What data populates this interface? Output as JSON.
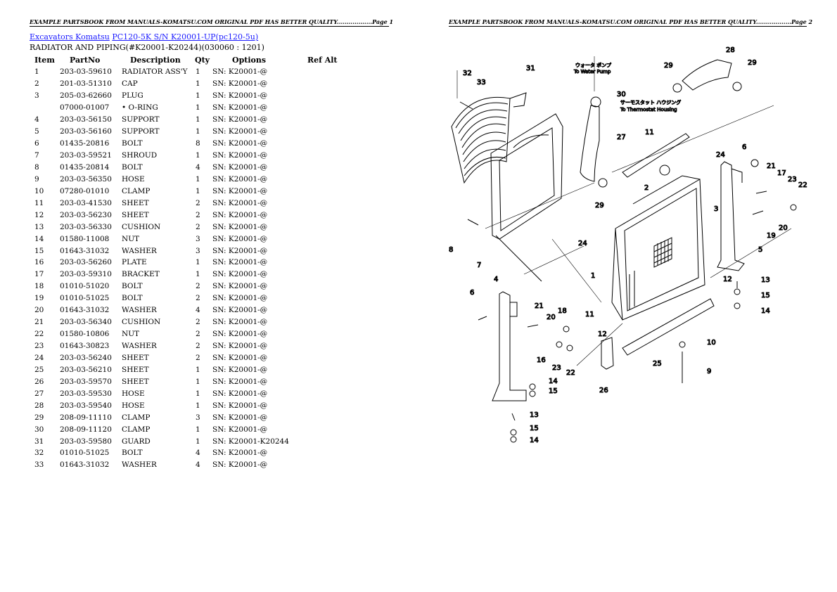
{
  "headers": {
    "page1": "EXAMPLE PARTSBOOK FROM MANUALS-KOMATSU.COM ORIGINAL PDF HAS BETTER QUALITY..................Page 1",
    "page2": "EXAMPLE PARTSBOOK FROM MANUALS-KOMATSU.COM ORIGINAL PDF HAS BETTER QUALITY..................Page 2"
  },
  "breadcrumb": {
    "link1": "Excavators Komatsu",
    "link2": "PC120-5K S/N K20001-UP(pc120-5u)"
  },
  "subtitle": "RADIATOR AND PIPING(#K20001-K20244)(030060 : 1201)",
  "table": {
    "headers": [
      "Item",
      "PartNo",
      "Description",
      "Qty",
      "Options",
      "Ref Alt"
    ],
    "rows": [
      [
        "1",
        "203-03-59610",
        "RADIATOR ASS'Y",
        "1",
        "SN: K20001-@"
      ],
      [
        "2",
        "201-03-51310",
        "CAP",
        "1",
        "SN: K20001-@"
      ],
      [
        "3",
        "205-03-62660",
        "PLUG",
        "1",
        "SN: K20001-@"
      ],
      [
        "",
        "07000-01007",
        "• O-RING",
        "1",
        "SN: K20001-@"
      ],
      [
        "4",
        "203-03-56150",
        "SUPPORT",
        "1",
        "SN: K20001-@"
      ],
      [
        "5",
        "203-03-56160",
        "SUPPORT",
        "1",
        "SN: K20001-@"
      ],
      [
        "6",
        "01435-20816",
        "BOLT",
        "8",
        "SN: K20001-@"
      ],
      [
        "7",
        "203-03-59521",
        "SHROUD",
        "1",
        "SN: K20001-@"
      ],
      [
        "8",
        "01435-20814",
        "BOLT",
        "4",
        "SN: K20001-@"
      ],
      [
        "9",
        "203-03-56350",
        "HOSE",
        "1",
        "SN: K20001-@"
      ],
      [
        "10",
        "07280-01010",
        "CLAMP",
        "1",
        "SN: K20001-@"
      ],
      [
        "11",
        "203-03-41530",
        "SHEET",
        "2",
        "SN: K20001-@"
      ],
      [
        "12",
        "203-03-56230",
        "SHEET",
        "2",
        "SN: K20001-@"
      ],
      [
        "13",
        "203-03-56330",
        "CUSHION",
        "2",
        "SN: K20001-@"
      ],
      [
        "14",
        "01580-11008",
        "NUT",
        "3",
        "SN: K20001-@"
      ],
      [
        "15",
        "01643-31032",
        "WASHER",
        "3",
        "SN: K20001-@"
      ],
      [
        "16",
        "203-03-56260",
        "PLATE",
        "1",
        "SN: K20001-@"
      ],
      [
        "17",
        "203-03-59310",
        "BRACKET",
        "1",
        "SN: K20001-@"
      ],
      [
        "18",
        "01010-51020",
        "BOLT",
        "2",
        "SN: K20001-@"
      ],
      [
        "19",
        "01010-51025",
        "BOLT",
        "2",
        "SN: K20001-@"
      ],
      [
        "20",
        "01643-31032",
        "WASHER",
        "4",
        "SN: K20001-@"
      ],
      [
        "21",
        "203-03-56340",
        "CUSHION",
        "2",
        "SN: K20001-@"
      ],
      [
        "22",
        "01580-10806",
        "NUT",
        "2",
        "SN: K20001-@"
      ],
      [
        "23",
        "01643-30823",
        "WASHER",
        "2",
        "SN: K20001-@"
      ],
      [
        "24",
        "203-03-56240",
        "SHEET",
        "2",
        "SN: K20001-@"
      ],
      [
        "25",
        "203-03-56210",
        "SHEET",
        "1",
        "SN: K20001-@"
      ],
      [
        "26",
        "203-03-59570",
        "SHEET",
        "1",
        "SN: K20001-@"
      ],
      [
        "27",
        "203-03-59530",
        "HOSE",
        "1",
        "SN: K20001-@"
      ],
      [
        "28",
        "203-03-59540",
        "HOSE",
        "1",
        "SN: K20001-@"
      ],
      [
        "29",
        "208-09-11110",
        "CLAMP",
        "3",
        "SN: K20001-@"
      ],
      [
        "30",
        "208-09-11120",
        "CLAMP",
        "1",
        "SN: K20001-@"
      ],
      [
        "31",
        "203-03-59580",
        "GUARD",
        "1",
        "SN: K20001-K20244"
      ],
      [
        "32",
        "01010-51025",
        "BOLT",
        "4",
        "SN: K20001-@"
      ],
      [
        "33",
        "01643-31032",
        "WASHER",
        "4",
        "SN: K20001-@"
      ]
    ]
  },
  "diagram": {
    "labels": [
      "1",
      "2",
      "3",
      "4",
      "5",
      "6",
      "7",
      "8",
      "9",
      "10",
      "11",
      "12",
      "13",
      "14",
      "15",
      "16",
      "17",
      "18",
      "19",
      "20",
      "21",
      "22",
      "23",
      "24",
      "25",
      "26",
      "27",
      "28",
      "29",
      "30",
      "31",
      "32",
      "33"
    ],
    "notes": {
      "water_pump_jp": "ウォータ ポンプ",
      "water_pump": "To Water Pump",
      "thermostat_jp": "サーモスタット ハウジング",
      "thermostat": "To Thermostat Housing"
    }
  }
}
